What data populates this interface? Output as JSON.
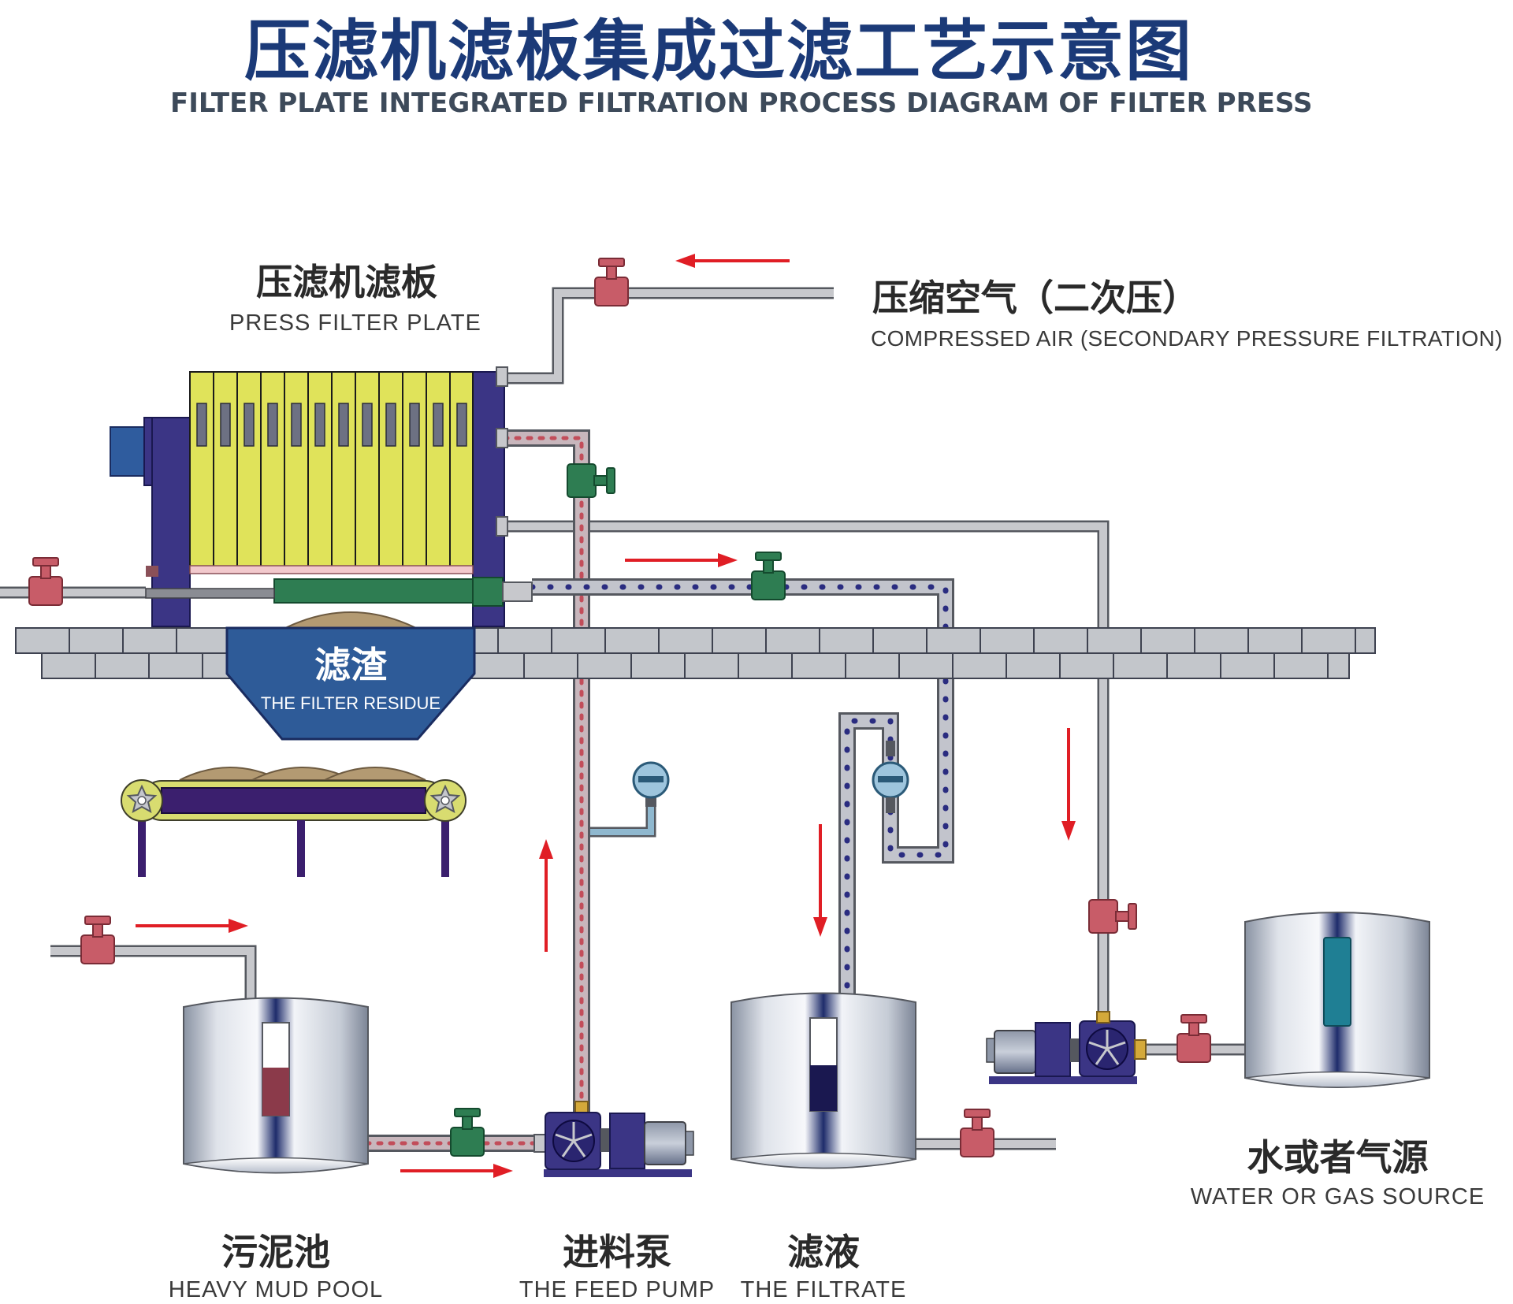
{
  "title": {
    "cn": "压滤机滤板集成过滤工艺示意图",
    "en": "FILTER PLATE INTEGRATED FILTRATION PROCESS DIAGRAM OF FILTER PRESS"
  },
  "labels": {
    "press_plate": {
      "cn": "压滤机滤板",
      "en": "PRESS FILTER PLATE"
    },
    "compressed_air": {
      "cn": "压缩空气（二次压）",
      "en": "COMPRESSED AIR (SECONDARY PRESSURE FILTRATION)"
    },
    "residue": {
      "cn": "滤渣",
      "en": "THE FILTER RESIDUE"
    },
    "mud_pool": {
      "cn": "污泥池",
      "en": "HEAVY MUD POOL"
    },
    "feed_pump": {
      "cn": "进料泵",
      "en": "THE FEED PUMP"
    },
    "filtrate": {
      "cn": "滤液",
      "en": "THE FILTRATE"
    },
    "water_gas": {
      "cn": "水或者气源",
      "en": "WATER OR GAS SOURCE"
    }
  },
  "colors": {
    "title_blue": "#1b3a78",
    "plate_yellow": "#e0e35a",
    "frame_purple": "#3b3585",
    "pipe_grey": "#b5b6bb",
    "valve_red": "#c85c68",
    "valve_green": "#2e7d52",
    "arrow_red": "#e01e25",
    "hopper_blue": "#2e5b98",
    "brick_grey": "#c3c6cb",
    "mud_fill": "#8b3a4a",
    "filtrate_fill": "#1a1850",
    "water_fill": "#1f7f94"
  },
  "icons": [
    "valve-icon",
    "pressure-gauge-icon",
    "flow-meter-icon",
    "pump-icon",
    "motor-icon",
    "gear-icon",
    "flow-arrow-icon"
  ]
}
